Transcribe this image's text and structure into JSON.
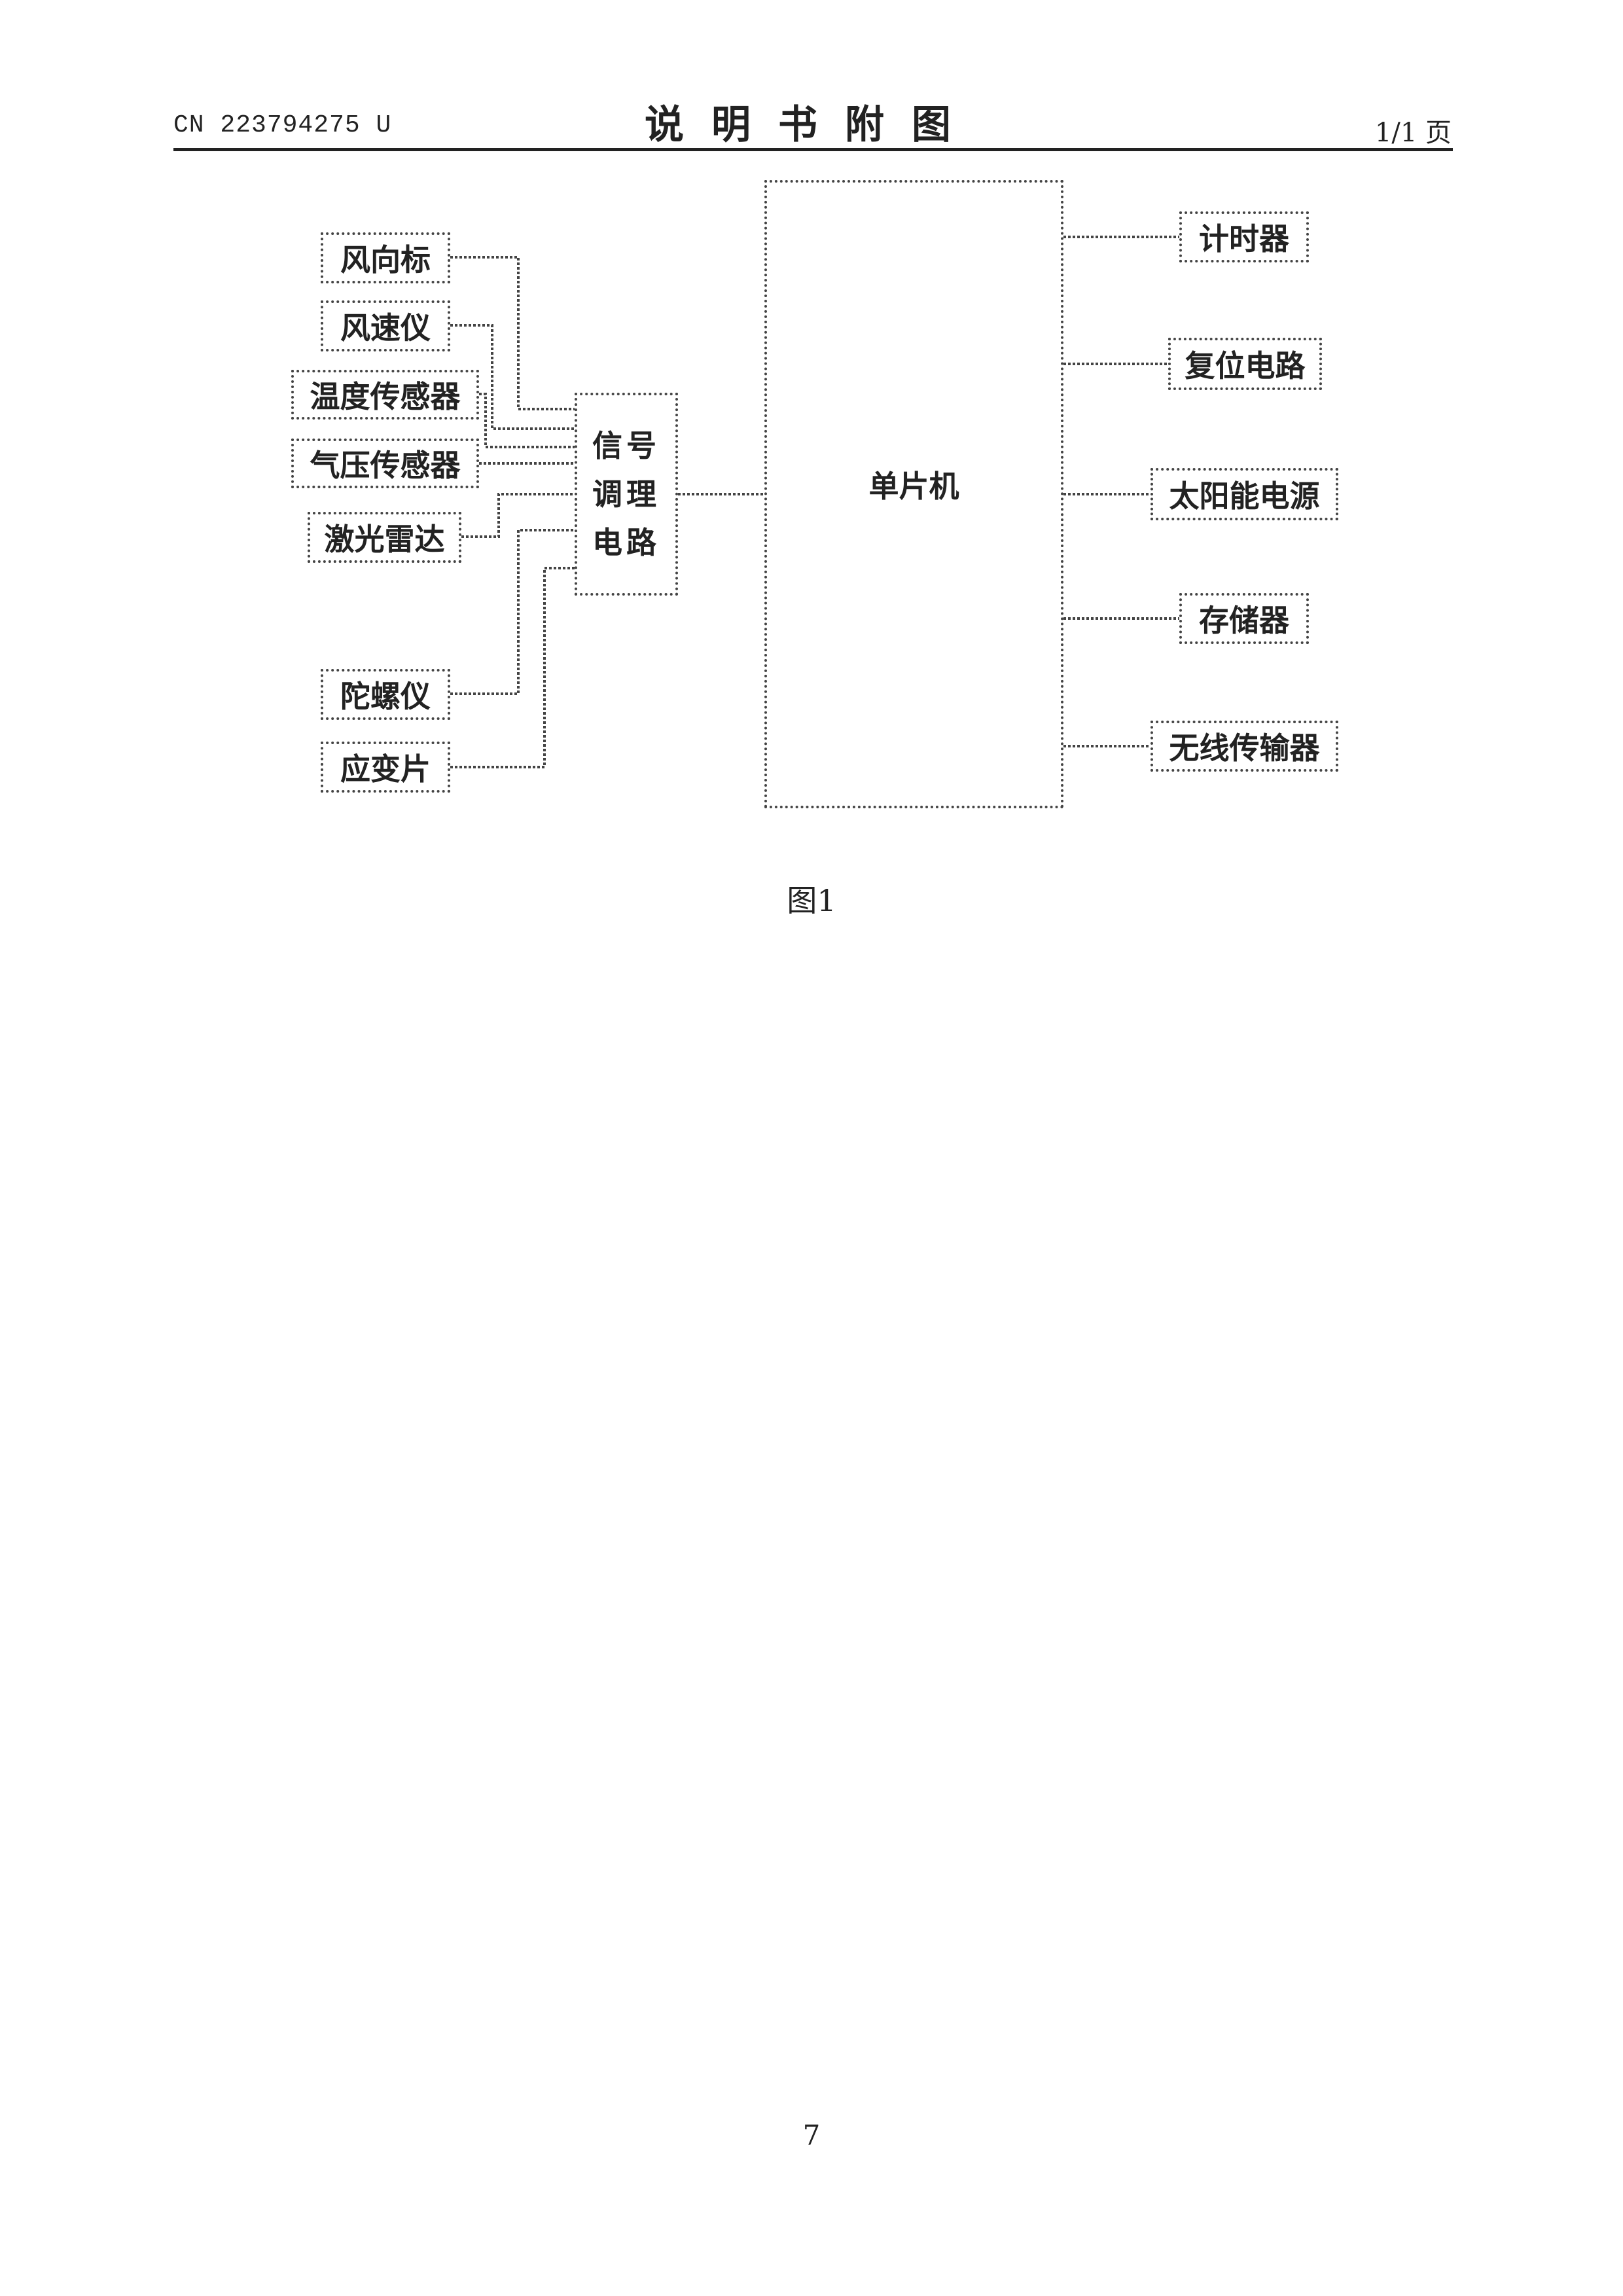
{
  "header": {
    "patent_no": "CN 223794275 U",
    "title": "说明书附图",
    "page": "1/1 页"
  },
  "diagram": {
    "mcu": "单片机",
    "conditioner": [
      "信号",
      "调理",
      "电路"
    ],
    "sensors": [
      "风向标",
      "风速仪",
      "温度传感器",
      "气压传感器",
      "激光雷达",
      "陀螺仪",
      "应变片"
    ],
    "peripherals": [
      "计时器",
      "复位电路",
      "太阳能电源",
      "存储器",
      "无线传输器"
    ]
  },
  "caption": "图1",
  "page_number": "7",
  "colors": {
    "line": "#444444",
    "text": "#222222"
  }
}
